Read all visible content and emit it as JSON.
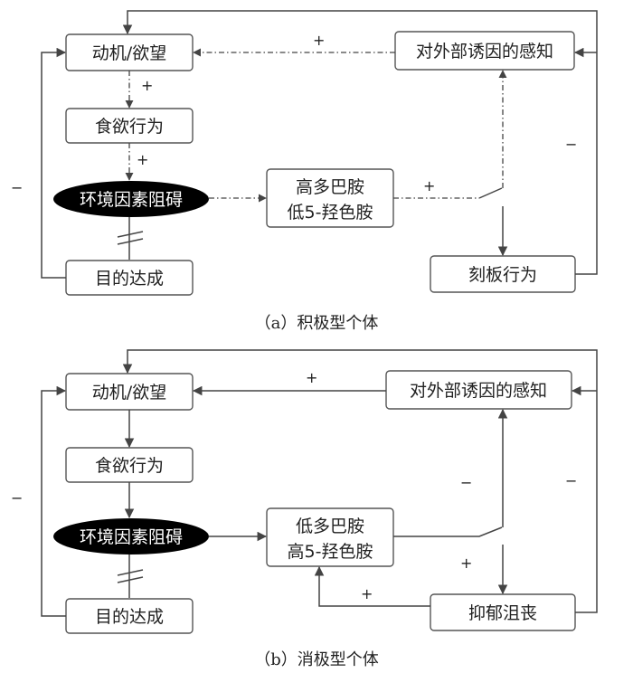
{
  "panel_a": {
    "caption": "（a）积极型个体",
    "motivation": "动机/欲望",
    "appetite": "食欲行为",
    "obstacle": "环境因素阻碍",
    "goal": "目的达成",
    "neuro_line1": "高多巴胺",
    "neuro_line2": "低5-羟色胺",
    "perception": "对外部诱因的感知",
    "outcome": "刻板行为",
    "signs": {
      "perception_to_motivation": "+",
      "motivation_to_appetite": "+",
      "appetite_to_obstacle": "+",
      "neuro_to_switch": "+",
      "outcome_loop": "−",
      "goal_loop": "−"
    }
  },
  "panel_b": {
    "caption": "（b）消极型个体",
    "motivation": "动机/欲望",
    "appetite": "食欲行为",
    "obstacle": "环境因素阻碍",
    "goal": "目的达成",
    "neuro_line1": "低多巴胺",
    "neuro_line2": "高5-羟色胺",
    "perception": "对外部诱因的感知",
    "outcome": "抑郁沮丧",
    "signs": {
      "perception_to_motivation": "+",
      "switch_to_perception": "−",
      "switch_to_outcome": "+",
      "outcome_to_neuro": "+",
      "outcome_loop": "−",
      "goal_loop": "−"
    }
  },
  "colors": {
    "line": "#444444",
    "ellipse_fill": "#000000",
    "box_border": "#555555"
  }
}
